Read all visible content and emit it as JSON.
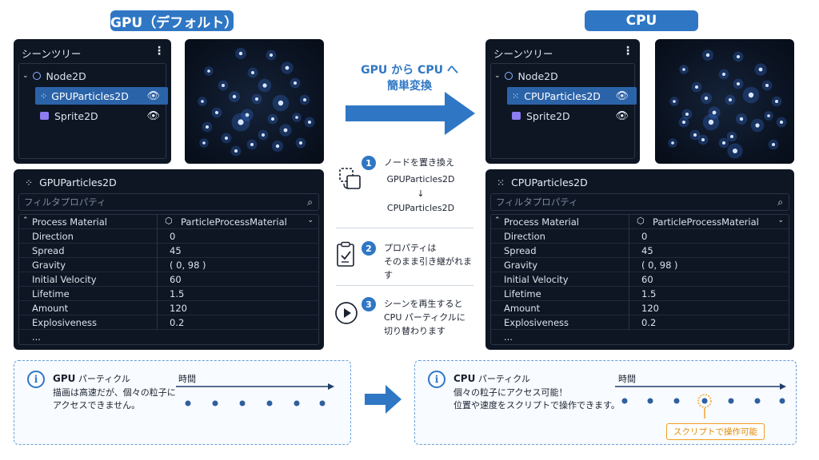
{
  "left_header": "GPU（デフォルト）",
  "right_header": "CPU",
  "left": {
    "tree": {
      "title": "シーンツリー",
      "kebab": "⋮",
      "root": "Node2D",
      "selected": "GPUParticles2D",
      "sibling": "Sprite2D"
    },
    "inspector": {
      "title": "GPUParticles2D",
      "filter_placeholder": "フィルタプロパティ",
      "material_label": "Process Material",
      "material_value": "ParticleProcessMaterial",
      "rows": [
        {
          "key": "Direction",
          "value": "0"
        },
        {
          "key": "Spread",
          "value": "45"
        },
        {
          "key": "Gravity",
          "value": "( 0, 98 )"
        },
        {
          "key": "Initial Velocity",
          "value": "60"
        },
        {
          "key": "Lifetime",
          "value": "1.5"
        },
        {
          "key": "Amount",
          "value": "120"
        },
        {
          "key": "Explosiveness",
          "value": "0.2"
        }
      ],
      "more": "..."
    }
  },
  "right": {
    "tree": {
      "title": "シーンツリー",
      "kebab": "⋮",
      "root": "Node2D",
      "selected": "CPUParticles2D",
      "sibling": "Sprite2D"
    },
    "inspector": {
      "title": "CPUParticles2D",
      "filter_placeholder": "フィルタプロパティ",
      "material_label": "Process Material",
      "material_value": "ParticleProcessMaterial",
      "rows": [
        {
          "key": "Direction",
          "value": "0"
        },
        {
          "key": "Spread",
          "value": "45"
        },
        {
          "key": "Gravity",
          "value": "( 0, 98 )"
        },
        {
          "key": "Initial Velocity",
          "value": "60"
        },
        {
          "key": "Lifetime",
          "value": "1.5"
        },
        {
          "key": "Amount",
          "value": "120"
        },
        {
          "key": "Explosiveness",
          "value": "0.2"
        }
      ],
      "more": "..."
    }
  },
  "center": {
    "headline_line1": "GPU から CPU へ",
    "headline_line2": "簡単変換",
    "steps": [
      {
        "num": "1",
        "line1": "ノードを置き換え",
        "from": "GPUParticles2D",
        "arrow": "↓",
        "to": "CPUParticles2D"
      },
      {
        "num": "2",
        "line1": "プロパティは",
        "line2": "そのまま引き継がれます"
      },
      {
        "num": "3",
        "line1": "シーンを再生すると",
        "line2": "CPU パーティクルに",
        "line3": "切り替わります"
      }
    ]
  },
  "notes": {
    "gpu": {
      "title_bold": "GPU",
      "title_rest": " パーティクル",
      "line1": "描画は高速だが、個々の粒子に",
      "line2": "アクセスできません。",
      "timeline_label": "時間"
    },
    "cpu": {
      "title_bold": "CPU",
      "title_rest": " パーティクル",
      "line1": "個々の粒子にアクセス可能！",
      "line2": "位置や速度をスクリプトで操作できます。",
      "timeline_label": "時間",
      "callout": "スクリプトで操作可能"
    }
  },
  "colors": {
    "accent": "#2f77c4",
    "panel": "#0e1624",
    "selection": "#2b63a9",
    "callout": "#f0a020"
  }
}
